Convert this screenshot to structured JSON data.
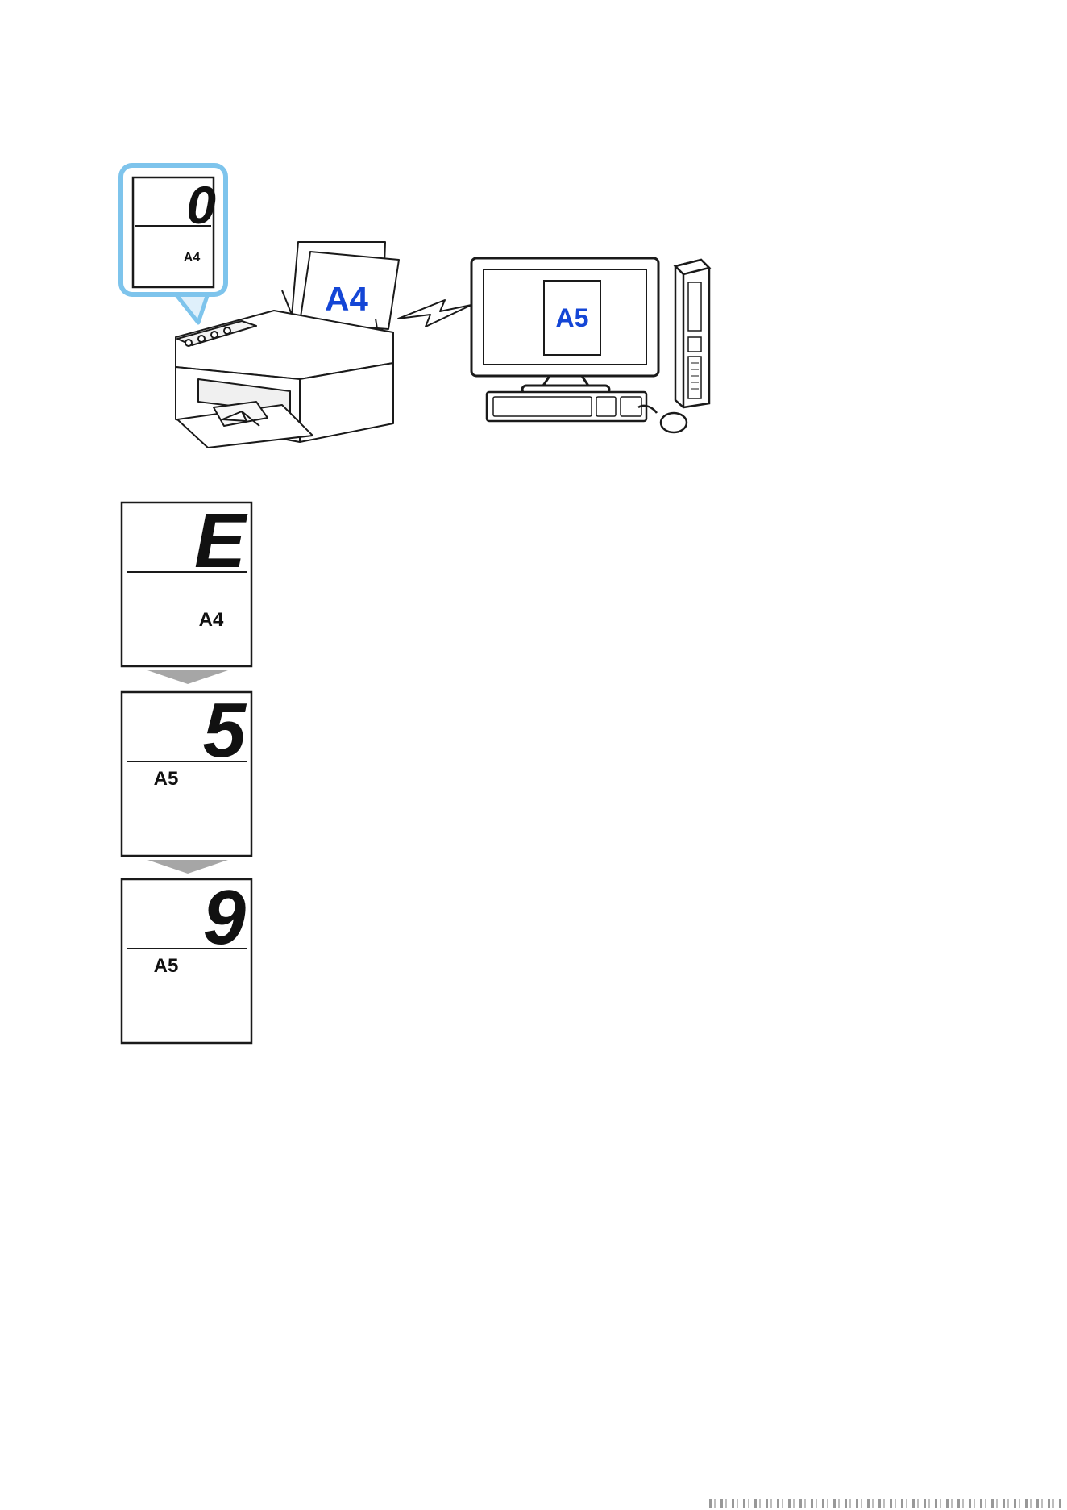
{
  "top_illustration": {
    "zoom_lcd": {
      "digit": "0",
      "paper_size": "A4"
    },
    "printer_paper_label": "A4",
    "monitor_document_label": "A5"
  },
  "lcd_sequence": [
    {
      "digit": "E",
      "paper_size": "A4"
    },
    {
      "digit": "5",
      "paper_size": "A5"
    },
    {
      "digit": "9",
      "paper_size": "A5"
    }
  ],
  "colors": {
    "callout_border": "#7ec4ec",
    "paper_label": "#1446d6",
    "arrow": "#a6a6a6",
    "outline": "#1a1a1a"
  }
}
